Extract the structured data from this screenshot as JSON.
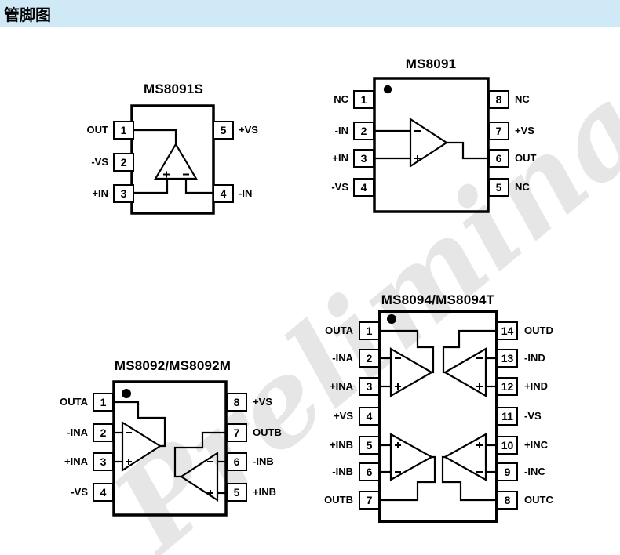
{
  "header": {
    "title": "管脚图",
    "bg_color": "#cfe9f7"
  },
  "watermark": {
    "text": "Preliminary",
    "color": "#d7d7d7"
  },
  "line_color": "#000000",
  "chips": [
    {
      "id": "ms8091s",
      "title": "MS8091S",
      "left": [
        {
          "n": "1",
          "l": "OUT"
        },
        {
          "n": "2",
          "l": "-VS"
        },
        {
          "n": "3",
          "l": "+IN"
        }
      ],
      "right": [
        {
          "n": "5",
          "l": "+VS"
        },
        {
          "n": "4",
          "l": "-IN"
        }
      ]
    },
    {
      "id": "ms8091",
      "title": "MS8091",
      "left": [
        {
          "n": "1",
          "l": "NC"
        },
        {
          "n": "2",
          "l": "-IN"
        },
        {
          "n": "3",
          "l": "+IN"
        },
        {
          "n": "4",
          "l": "-VS"
        }
      ],
      "right": [
        {
          "n": "8",
          "l": "NC"
        },
        {
          "n": "7",
          "l": "+VS"
        },
        {
          "n": "6",
          "l": "OUT"
        },
        {
          "n": "5",
          "l": "NC"
        }
      ]
    },
    {
      "id": "ms8092",
      "title": "MS8092/MS8092M",
      "left": [
        {
          "n": "1",
          "l": "OUTA"
        },
        {
          "n": "2",
          "l": "-INA"
        },
        {
          "n": "3",
          "l": "+INA"
        },
        {
          "n": "4",
          "l": "-VS"
        }
      ],
      "right": [
        {
          "n": "8",
          "l": "+VS"
        },
        {
          "n": "7",
          "l": "OUTB"
        },
        {
          "n": "6",
          "l": "-INB"
        },
        {
          "n": "5",
          "l": "+INB"
        }
      ]
    },
    {
      "id": "ms8094",
      "title": "MS8094/MS8094T",
      "left": [
        {
          "n": "1",
          "l": "OUTA"
        },
        {
          "n": "2",
          "l": "-INA"
        },
        {
          "n": "3",
          "l": "+INA"
        },
        {
          "n": "4",
          "l": "+VS"
        },
        {
          "n": "5",
          "l": "+INB"
        },
        {
          "n": "6",
          "l": "-INB"
        },
        {
          "n": "7",
          "l": "OUTB"
        }
      ],
      "right": [
        {
          "n": "14",
          "l": "OUTD"
        },
        {
          "n": "13",
          "l": "-IND"
        },
        {
          "n": "12",
          "l": "+IND"
        },
        {
          "n": "11",
          "l": "-VS"
        },
        {
          "n": "10",
          "l": "+INC"
        },
        {
          "n": "9",
          "l": "-INC"
        },
        {
          "n": "8",
          "l": "OUTC"
        }
      ]
    }
  ]
}
